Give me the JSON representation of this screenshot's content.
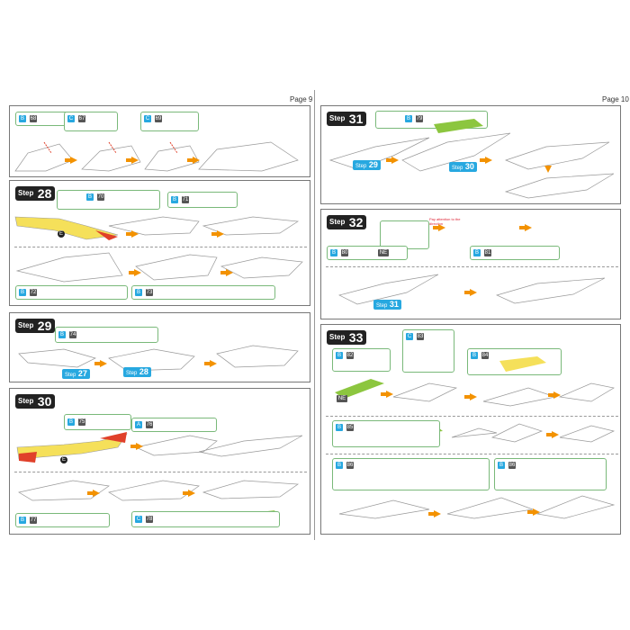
{
  "pages": {
    "left": "Page 9",
    "right": "Page 10"
  },
  "step_word": "Step",
  "steps": [
    {
      "id": "28",
      "number": "28"
    },
    {
      "id": "29",
      "number": "29"
    },
    {
      "id": "30",
      "number": "30"
    },
    {
      "id": "31",
      "number": "31"
    },
    {
      "id": "32",
      "number": "32"
    },
    {
      "id": "33",
      "number": "33"
    }
  ],
  "references": {
    "step27": {
      "word": "Step",
      "num": "27"
    },
    "step28": {
      "word": "Step",
      "num": "28"
    },
    "step29": {
      "word": "Step",
      "num": "29"
    },
    "step30": {
      "word": "Step",
      "num": "30"
    },
    "step31": {
      "word": "Step",
      "num": "31"
    }
  },
  "part_tags": {
    "B": "B",
    "C": "C",
    "A": "A",
    "E": "E",
    "NE": "NE",
    "n68": "68",
    "n67": "67",
    "n69": "69",
    "n70": "70",
    "n71": "71",
    "n72": "72",
    "n73": "73",
    "n74": "74",
    "n75": "75",
    "n76": "76",
    "n77": "77",
    "n78": "78",
    "n79": "79",
    "n80": "80",
    "n81": "81",
    "n82": "82",
    "n83": "83",
    "n84": "84",
    "n85": "85",
    "n86": "86"
  },
  "notes": {
    "attention": "Pay attention to the direction"
  },
  "colors": {
    "arrow": "#f39200",
    "highlight_blue": "#27a8e0",
    "part_yellow": "#f5e05a",
    "part_red": "#e0402a",
    "part_green": "#8cc63f"
  }
}
